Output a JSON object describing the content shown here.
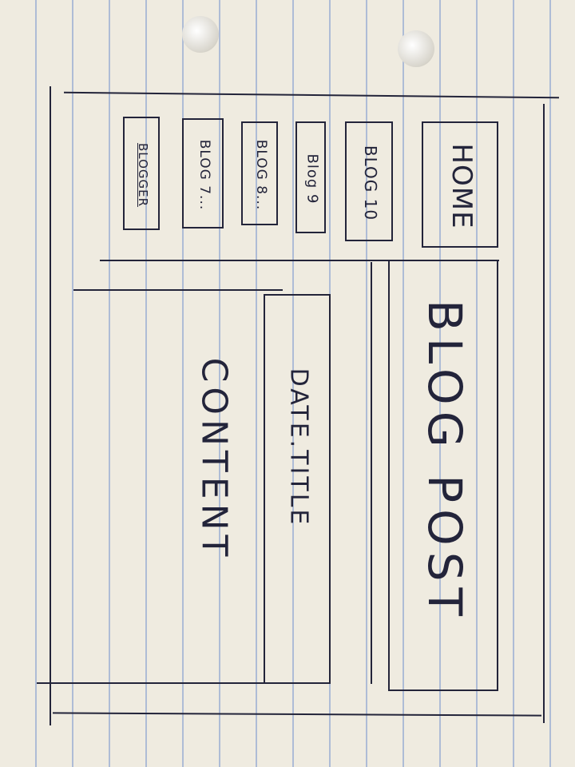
{
  "nav": {
    "items": [
      {
        "label": "HOME"
      },
      {
        "label": "BLOG 10"
      },
      {
        "label": "Blog 9"
      },
      {
        "label": "BLOG 8..."
      },
      {
        "label": "BLOG 7..."
      },
      {
        "label": "BLOGGER"
      }
    ]
  },
  "post": {
    "heading": "BLOG POST",
    "date_title": "DATE.TITLE",
    "content": "CONTENT"
  },
  "colors": {
    "paper": "#efebe0",
    "ink": "#23243a",
    "rule_lines": "#7896cd"
  }
}
